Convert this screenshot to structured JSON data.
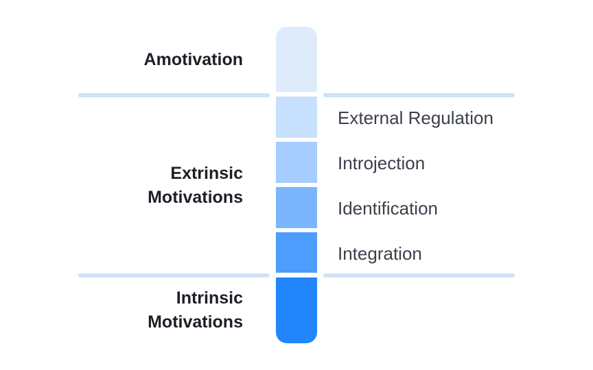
{
  "categories": {
    "amotivation": {
      "lines": [
        "Amotivation"
      ]
    },
    "extrinsic": {
      "lines": [
        "Extrinsic",
        "Motivations"
      ]
    },
    "intrinsic": {
      "lines": [
        "Intrinsic",
        "Motivations"
      ]
    }
  },
  "stages": [
    "External Regulation",
    "Introjection",
    "Identification",
    "Integration"
  ],
  "colors": {
    "divider": "#cfe2f7",
    "scale": [
      "#deebfb",
      "#c7e0fd",
      "#a6cdfd",
      "#7bb6fd",
      "#4e9cfc",
      "#2186fb"
    ],
    "category_text": "#1c1f26",
    "stage_text": "#3a3f4a"
  }
}
